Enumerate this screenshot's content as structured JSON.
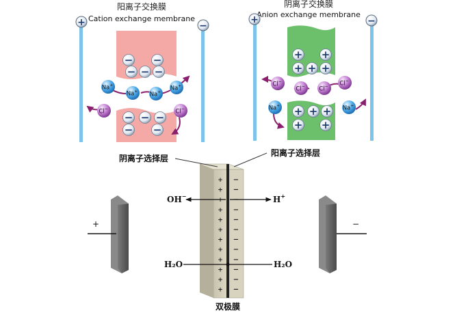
{
  "cation_panel": {
    "title_cn": "阳离子交换膜",
    "title_en": "Cation exchange membrane",
    "left_electrode_sign": "+",
    "right_electrode_sign": "−",
    "fixed_charge": "−",
    "ion_na": "Na",
    "ion_na_charge": "+",
    "ion_cl": "Cl",
    "ion_cl_charge": "−"
  },
  "anion_panel": {
    "title_cn": "阴离子交换膜",
    "title_en": "Anion exchange membrane",
    "left_electrode_sign": "+",
    "right_electrode_sign": "−",
    "fixed_charge": "+",
    "ion_cl": "Cl",
    "ion_cl_charge": "−",
    "ion_na": "Na",
    "ion_na_charge": "+"
  },
  "bipolar": {
    "label_left_layer": "阴离子选择层",
    "label_right_layer": "阳离子选择层",
    "label_bottom": "双极膜",
    "oh_label": "OH",
    "oh_charge": "−",
    "h_label": "H",
    "h_charge": "+",
    "water_left": "H₂O",
    "water_right": "H₂O",
    "left_electrode_sign": "+",
    "right_electrode_sign": "−",
    "left_layer_charge": "+",
    "right_layer_charge": "−"
  },
  "colors": {
    "electrode_blue": "#7ec3ea",
    "cation_membrane": "#f4a9a6",
    "anion_membrane": "#6cc06c",
    "ion_na": "#3a9be0",
    "ion_cl": "#b36bc4",
    "arrow": "#8a1f6e"
  }
}
